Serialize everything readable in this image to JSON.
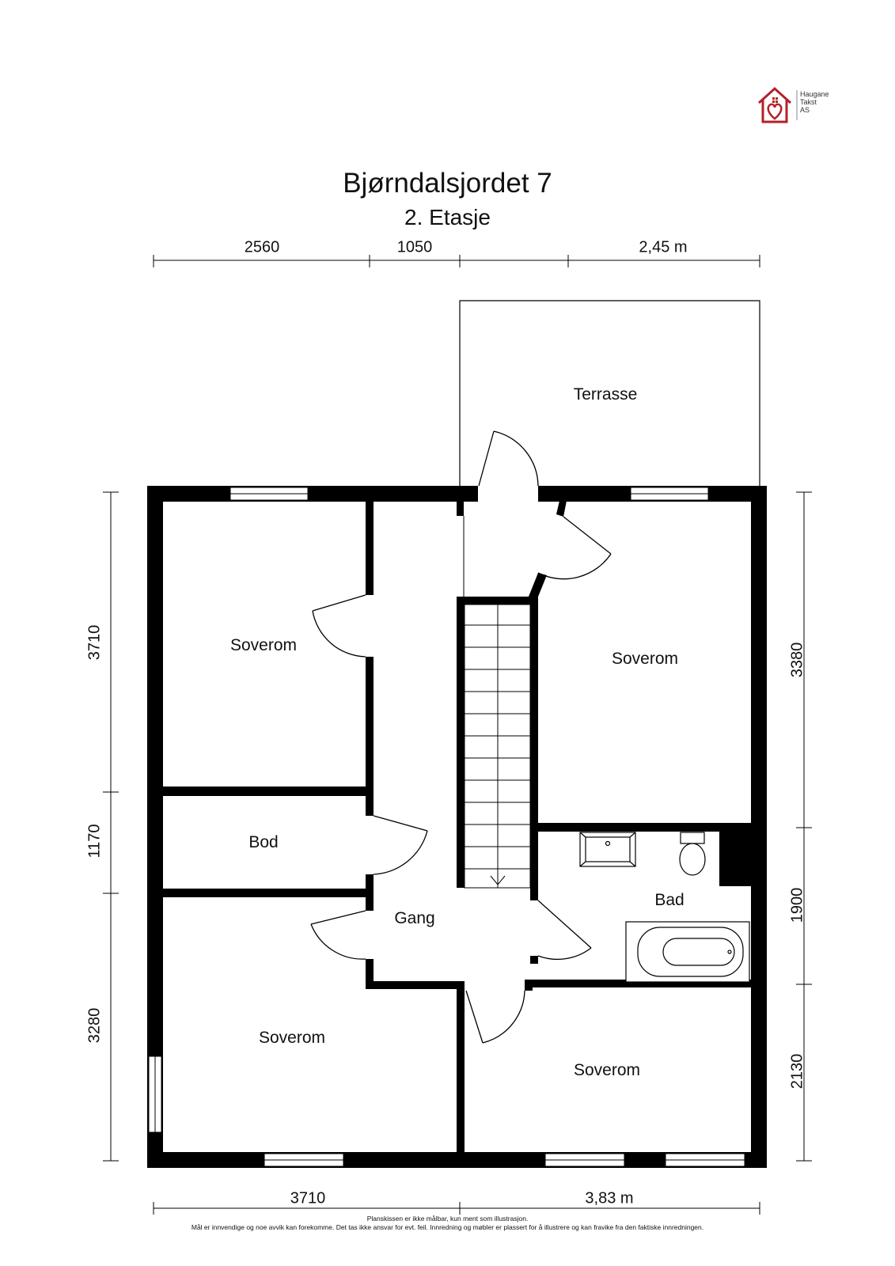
{
  "logo": {
    "line1": "Haugane",
    "line2": "Takst",
    "line3": "AS",
    "color": "#b5202a"
  },
  "title": "Bjørndalsjordet 7",
  "subtitle": "2. Etasje",
  "rooms": {
    "terrasse": "Terrasse",
    "soverom_nw": "Soverom",
    "soverom_ne": "Soverom",
    "bod": "Bod",
    "gang": "Gang",
    "bad": "Bad",
    "soverom_sw": "Soverom",
    "soverom_se": "Soverom"
  },
  "dimensions": {
    "top": [
      "2560",
      "1050",
      "2,45 m"
    ],
    "bottom": [
      "3710",
      "3,83 m"
    ],
    "left": [
      "3710",
      "1170",
      "3280"
    ],
    "right": [
      "3380",
      "1900",
      "2130"
    ]
  },
  "footer": {
    "line1": "Planskissen er ikke målbar, kun ment som illustrasjon.",
    "line2": "Mål er innvendige og noe avvik kan forekomme. Det tas ikke ansvar for evt. feil. Innredning og møbler er plassert for å illustrere og kan fravike fra den faktiske innredningen."
  }
}
